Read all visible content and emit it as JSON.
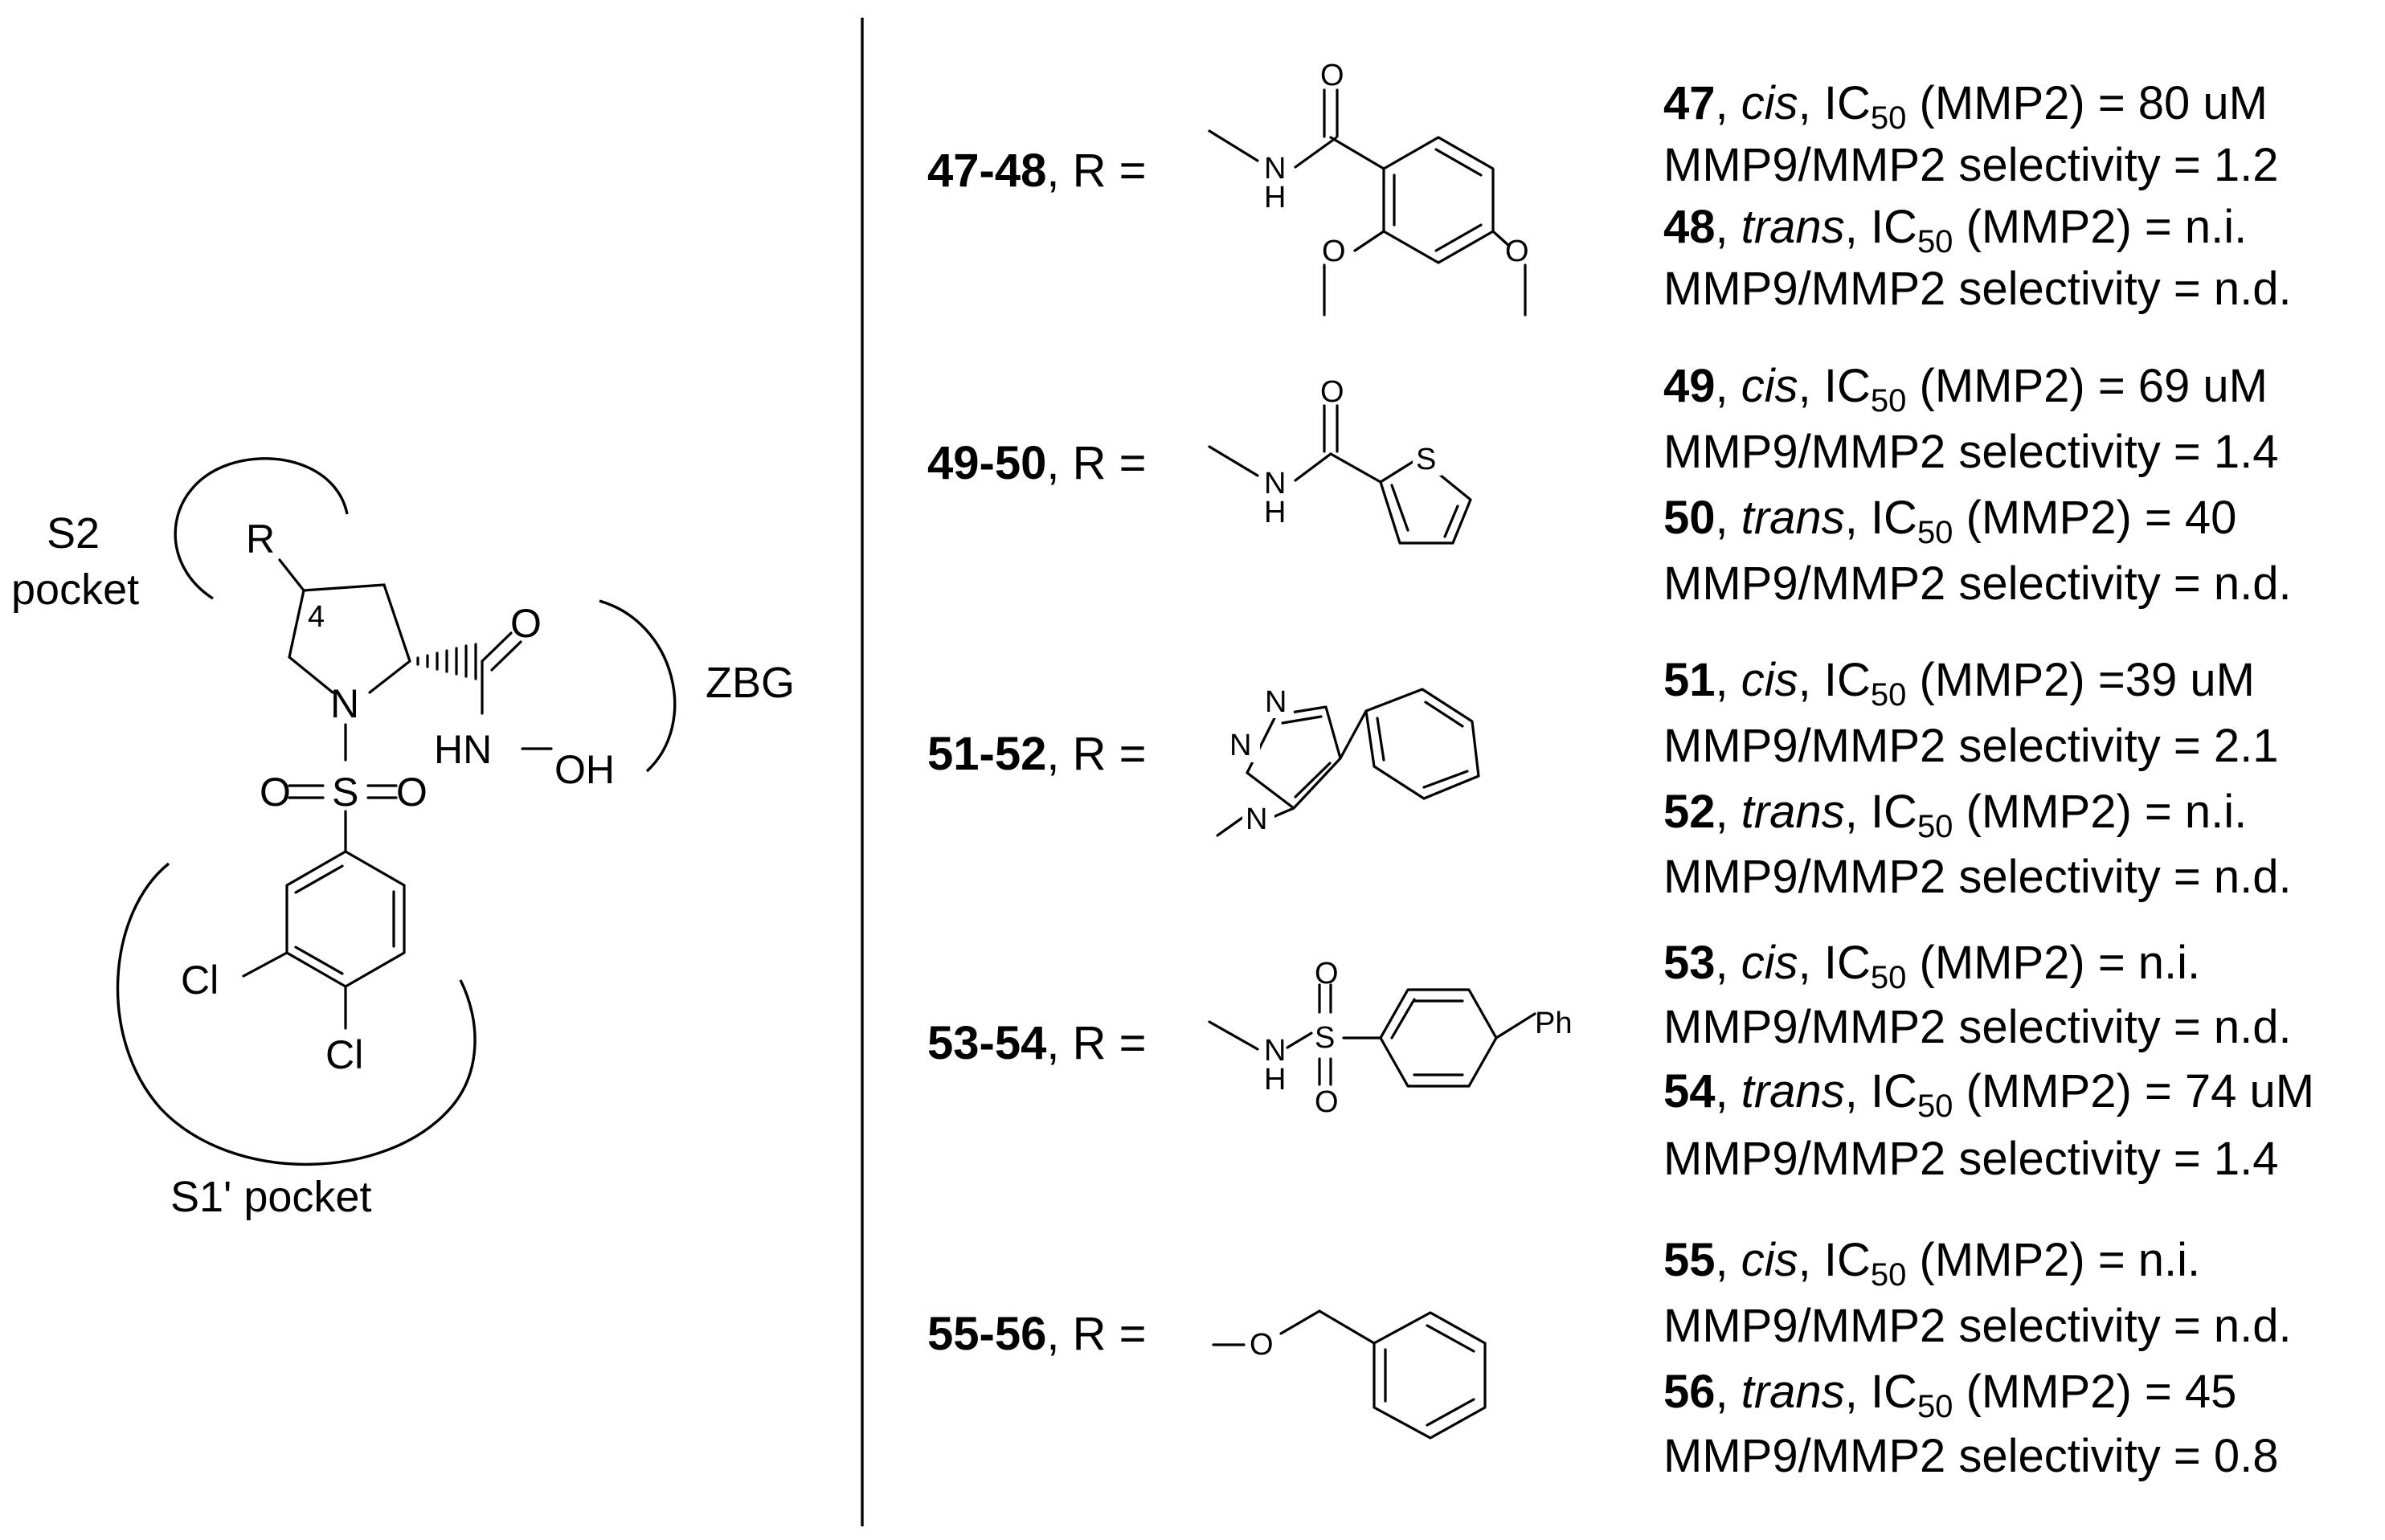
{
  "scaffold": {
    "pocket_s2_line1": "S2",
    "pocket_s2_line2": "pocket",
    "pocket_s1": "S1' pocket",
    "zbg": "ZBG",
    "r_atom": "R",
    "position_number": "4",
    "n_atom": "N",
    "s_atom": "S",
    "o_left": "O",
    "o_right": "O",
    "o_carbonyl": "O",
    "hn": "HN",
    "oh": "OH",
    "cl_1": "Cl",
    "cl_2": "Cl"
  },
  "substituent_atoms": {
    "o": "O",
    "n": "N",
    "h": "H",
    "s": "S",
    "ph": "Ph"
  },
  "compounds": [
    {
      "pair": "47-48",
      "r_suffix": ", R =",
      "results": [
        {
          "id": "47",
          "config": "cis",
          "prefix": "IC",
          "subscript": "50",
          "ic50": "(MMP2) = 80 uM",
          "selectivity": "MMP9/MMP2 selectivity = 1.2"
        },
        {
          "id": "48",
          "config": "trans",
          "prefix": "IC",
          "subscript": "50",
          "ic50": "(MMP2) = n.i.",
          "selectivity": "MMP9/MMP2 selectivity = n.d."
        }
      ]
    },
    {
      "pair": "49-50",
      "r_suffix": ", R =",
      "results": [
        {
          "id": "49",
          "config": "cis",
          "prefix": "IC",
          "subscript": "50",
          "ic50": "(MMP2) = 69 uM",
          "selectivity": "MMP9/MMP2 selectivity = 1.4"
        },
        {
          "id": "50",
          "config": "trans",
          "prefix": "IC",
          "subscript": "50",
          "ic50": "(MMP2) = 40",
          "selectivity": "MMP9/MMP2 selectivity = n.d."
        }
      ]
    },
    {
      "pair": "51-52",
      "r_suffix": ", R =",
      "results": [
        {
          "id": "51",
          "config": "cis",
          "prefix": "IC",
          "subscript": "50",
          "ic50": "(MMP2) =39 uM",
          "selectivity": "MMP9/MMP2 selectivity = 2.1"
        },
        {
          "id": "52",
          "config": "trans",
          "prefix": "IC",
          "subscript": "50",
          "ic50": "(MMP2) = n.i.",
          "selectivity": "MMP9/MMP2 selectivity = n.d."
        }
      ]
    },
    {
      "pair": "53-54",
      "r_suffix": ", R =",
      "results": [
        {
          "id": "53",
          "config": "cis",
          "prefix": "IC",
          "subscript": "50",
          "ic50": "(MMP2) = n.i.",
          "selectivity": "MMP9/MMP2 selectivity = n.d."
        },
        {
          "id": "54",
          "config": "trans",
          "prefix": "IC",
          "subscript": "50",
          "ic50": "(MMP2) = 74 uM",
          "selectivity": "MMP9/MMP2 selectivity = 1.4"
        }
      ]
    },
    {
      "pair": "55-56",
      "r_suffix": ", R =",
      "results": [
        {
          "id": "55",
          "config": "cis",
          "prefix": "IC",
          "subscript": "50",
          "ic50": "(MMP2) = n.i.",
          "selectivity": "MMP9/MMP2 selectivity = n.d."
        },
        {
          "id": "56",
          "config": "trans",
          "prefix": "IC",
          "subscript": "50",
          "ic50": "(MMP2) = 45",
          "selectivity": "MMP9/MMP2 selectivity = 0.8"
        }
      ]
    }
  ]
}
